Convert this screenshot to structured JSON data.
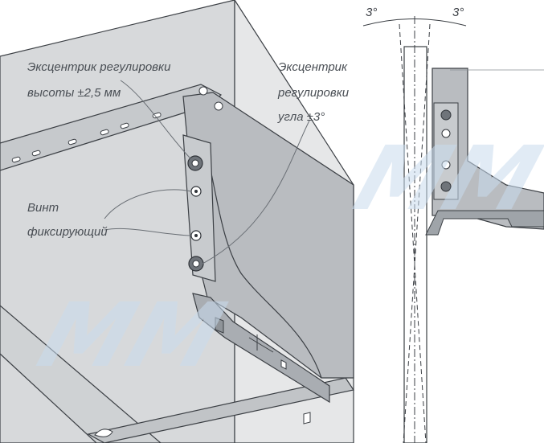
{
  "labels": {
    "height_cam": [
      "Эксцентрик регулировки",
      "высоты ±2,5 мм"
    ],
    "angle_cam": [
      "Эксцентрик",
      "регулировки",
      "угла ±3°"
    ],
    "fixing_screw": [
      "Винт",
      "фиксирующий"
    ]
  },
  "angle_marks": {
    "left": "3°",
    "right": "3°"
  },
  "watermark": "MM",
  "colors": {
    "panel": "#c9cccf",
    "panel_light": "#dcdee0",
    "bracket": "#b4b8bc",
    "line": "#3b3f44",
    "leader": "#6a6f75",
    "label": "#4a4f55",
    "watermark": "#c9dcee"
  }
}
